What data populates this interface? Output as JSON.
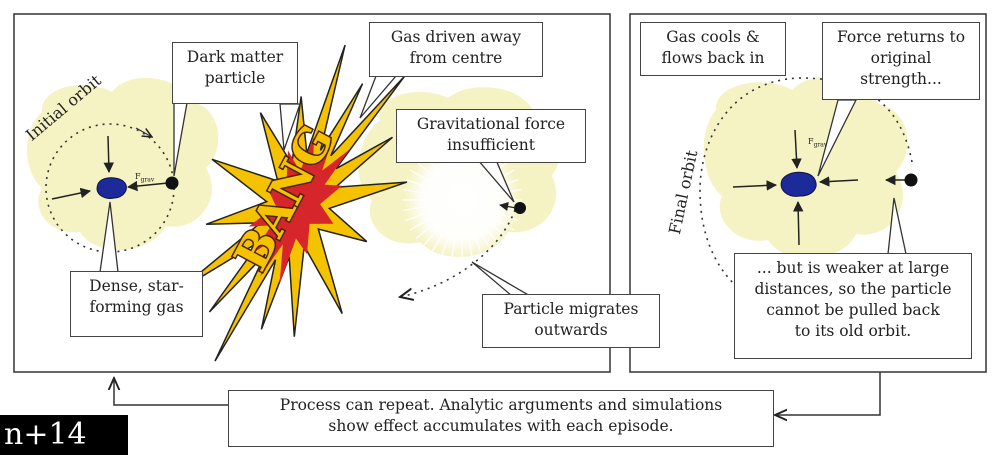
{
  "labels": {
    "dark_matter": "Dark matter\nparticle",
    "gas_driven": "Gas driven away\nfrom centre",
    "grav_force": "Gravitational force\ninsufficient",
    "dense_gas": "Dense, star-\nforming gas",
    "migrates": "Particle migrates\noutwards",
    "gas_cools": "Gas cools &\nflows back in",
    "force_returns": "Force returns to\noriginal\nstrength...",
    "weaker": "... but is weaker at large\ndistances, so the particle\ncannot be pulled back\nto its old orbit.",
    "repeat": "Process can repeat. Analytic arguments and simulations\nshow effect accumulates with each episode."
  },
  "orbits": {
    "initial": "Initial orbit",
    "final": "Final orbit"
  },
  "force_symbol": "F",
  "force_subscript": "grav",
  "bang": "BANG",
  "page_tag": "n+14",
  "colors": {
    "gas": "#f5f3c4",
    "core": "#1d2a9a",
    "bang_yellow": "#f5c200",
    "bang_red": "#d6262b",
    "bang_dark": "#4a2410"
  }
}
